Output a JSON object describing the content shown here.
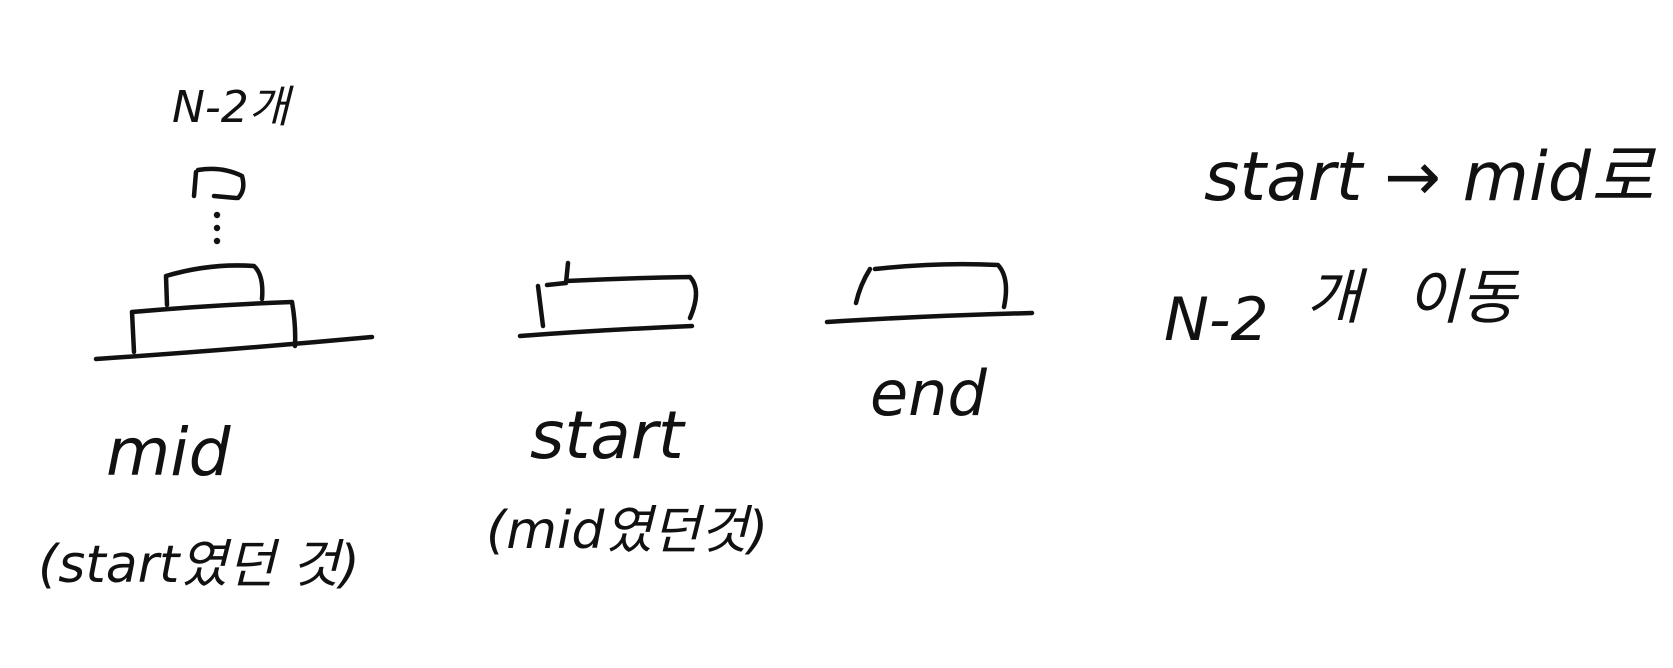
{
  "mid_stack_count": "N-2개",
  "pegs": [
    {
      "label": "mid",
      "note": "(start였던 것)"
    },
    {
      "label": "start",
      "note": "(mid였던것)"
    },
    {
      "label": "end",
      "note": ""
    }
  ],
  "instruction": {
    "line1": "start → mid로",
    "line2_count": "N-2",
    "line2_rest": "개 이동"
  },
  "colors": {
    "ink": "#111111",
    "background": "#ffffff"
  }
}
